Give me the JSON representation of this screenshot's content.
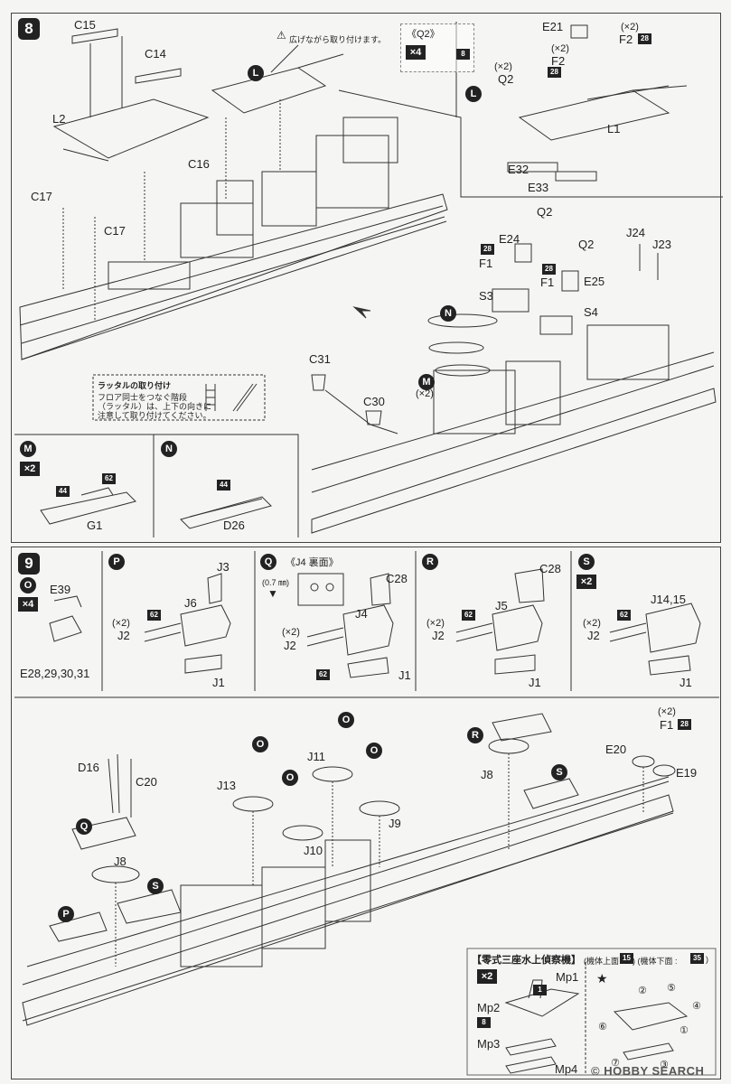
{
  "step8": {
    "number": "8",
    "warning": "広げながら取り付けます。",
    "labels": {
      "c15": "C15",
      "c14": "C14",
      "l2": "L2",
      "c16": "C16",
      "c17a": "C17",
      "c17b": "C17",
      "q2_header": "《Q2》",
      "q2_mult": "×4",
      "q2_pc": "8",
      "e21": "E21",
      "f2_top": "F2",
      "f2_top_x2": "(×2)",
      "f2_top_pc": "28",
      "f2_mid": "F2",
      "f2_mid_x2": "(×2)",
      "f2_mid_pc": "28",
      "q2_a": "Q2",
      "q2_a_x2": "(×2)",
      "l1": "L1",
      "e32": "E32",
      "e33": "E33",
      "q2_b": "Q2",
      "e24": "E24",
      "f1a": "F1",
      "f1a_pc": "28",
      "s3": "S3",
      "q2_c": "Q2",
      "f1b": "F1",
      "f1b_pc": "28",
      "e25": "E25",
      "s4": "S4",
      "j24": "J24",
      "j23": "J23",
      "n": "N",
      "m": "M",
      "m_x2": "(×2)",
      "c31": "C31",
      "c30": "C30",
      "ladder_title": "ラッタルの取り付け",
      "ladder_text1": "フロア同士をつなぐ階段",
      "ladder_text2": "（ラッタル）は、上下の向きに",
      "ladder_text3": "注意して取り付けてください。",
      "m_box": "M",
      "m_box_mult": "×2",
      "g1_pc44": "44",
      "g1_pc62": "62",
      "g1": "G1",
      "n_box": "N",
      "n_box_pc": "44",
      "d26": "D26"
    },
    "circles": [
      "L",
      "L",
      "N",
      "M"
    ]
  },
  "step9": {
    "number": "9",
    "sub": {
      "o": {
        "letter": "O",
        "mult": "×4",
        "e39": "E39",
        "e28": "E28,29,30,31"
      },
      "p": {
        "letter": "P",
        "j3": "J3",
        "j6": "J6",
        "j2": "J2",
        "x2": "(×2)",
        "pc": "62",
        "j1": "J1"
      },
      "q": {
        "letter": "Q",
        "header": "《J4 裏面》",
        "drill": "(0.7 ㎜)",
        "c28": "C28",
        "j4": "J4",
        "j2": "J2",
        "x2": "(×2)",
        "pc": "62",
        "j1": "J1"
      },
      "r": {
        "letter": "R",
        "c28": "C28",
        "j5": "J5",
        "j2": "J2",
        "x2": "(×2)",
        "pc": "62",
        "j1": "J1"
      },
      "s": {
        "letter": "S",
        "mult": "×2",
        "j14": "J14,15",
        "j2": "J2",
        "x2": "(×2)",
        "pc": "62",
        "j1": "J1"
      }
    },
    "main_labels": {
      "d16": "D16",
      "c20": "C20",
      "j8a": "J8",
      "j13": "J13",
      "j11": "J11",
      "j10": "J10",
      "j9": "J9",
      "j8b": "J8",
      "e20": "E20",
      "e19": "E19",
      "f1": "F1",
      "f1_x2": "(×2)",
      "f1_pc": "28"
    },
    "plane": {
      "title": "【零式三座水上偵察機】",
      "top_note": "(機体上面 :",
      "top_pc": "15",
      "bottom_note": ") (機体下面 :",
      "bottom_pc": "35",
      "close": ")",
      "mult": "×2",
      "mp1": "Mp1",
      "mp1_pc": "1",
      "mp2": "Mp2",
      "mp2_pc": "8",
      "mp3": "Mp3",
      "mp4": "Mp4",
      "n2": "②",
      "n5": "⑤",
      "n4": "④",
      "n6": "⑥",
      "n1": "①",
      "n7": "⑦",
      "n3": "③"
    }
  },
  "watermark": "© HOBBY SEARCH"
}
